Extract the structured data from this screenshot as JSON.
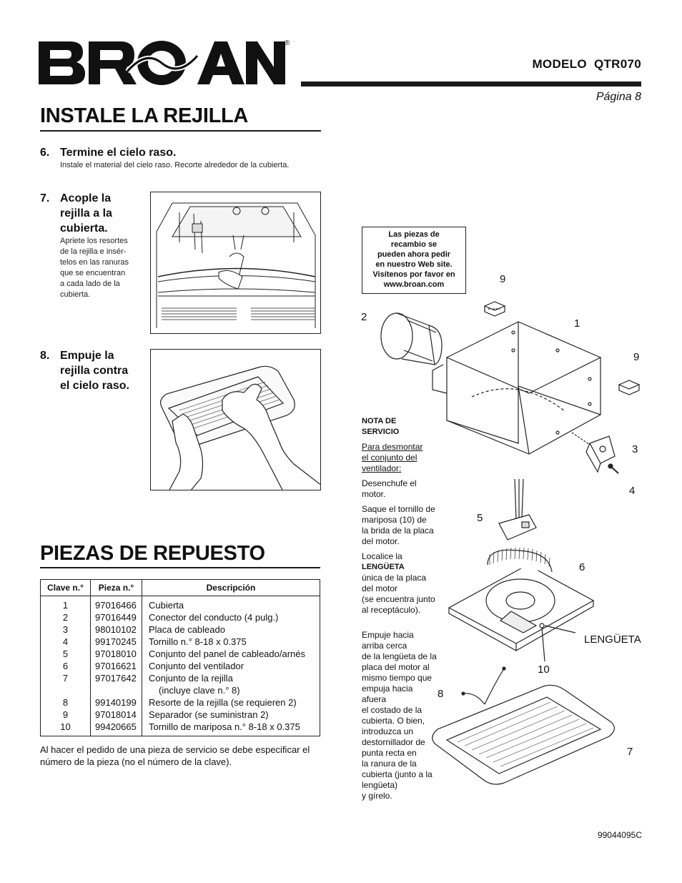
{
  "header": {
    "brand": "BROAN",
    "registered_mark": "®",
    "model_label": "MODELO",
    "model_value": "QTR070",
    "page_label": "Página 8"
  },
  "install_section": {
    "title": "INSTALE LA REJILLA",
    "steps": [
      {
        "number": "6.",
        "title": "Termine el cielo raso.",
        "description": "Instale el material del cielo raso. Recorte alrededor de la cubierta."
      },
      {
        "number": "7.",
        "title_lines": [
          "Acople la",
          "rejilla a la",
          "cubierta."
        ],
        "description_lines": [
          "Apriete los resortes",
          "de la rejilla e insér-",
          "telos en las ranuras",
          "que se encuentran",
          "a cada lado de la",
          "cubierta."
        ]
      },
      {
        "number": "8.",
        "title_lines": [
          "Empuje la",
          "rejilla contra",
          "el cielo raso."
        ]
      }
    ]
  },
  "parts_section": {
    "title": "PIEZAS DE REPUESTO",
    "table": {
      "headers": [
        "Clave n.°",
        "Pieza n.°",
        "Descripción"
      ],
      "keys": [
        "1",
        "2",
        "3",
        "4",
        "5",
        "6",
        "7",
        "",
        "8",
        "9",
        "10"
      ],
      "parts": [
        "97016466",
        "97016449",
        "98010102",
        "99170245",
        "97018010",
        "97016621",
        "97017642",
        "",
        "99140199",
        "97018014",
        "99420665"
      ],
      "descriptions": [
        "Cubierta",
        "Conector del conducto (4 pulg.)",
        "Placa de cableado",
        "Tornillo n.° 8-18 x 0.375",
        "Conjunto del panel de cableado/arnés",
        "Conjunto del ventilador",
        "Conjunto de la rejilla",
        "(incluye clave n.° 8)",
        "Resorte de la rejilla (se requieren 2)",
        "Separador (se suministran 2)",
        "Tornillo de mariposa n.° 8-18 x 0.375"
      ]
    },
    "order_note": "Al hacer el pedido de una pieza de servicio se debe especificar el número de la pieza (no el número de la clave)."
  },
  "web_box": {
    "lines": [
      "Las piezas de",
      "recambio se",
      "pueden ahora pedir",
      "en nuestro Web site.",
      "Visítenos por favor en",
      "www.broan.com"
    ]
  },
  "service_note": {
    "title_lines": [
      "NOTA DE",
      "SERVICIO"
    ],
    "intro_lines": [
      "Para desmontar",
      "el conjunto del",
      "ventilador:"
    ],
    "p1_lines": [
      "Desenchufe el",
      "motor."
    ],
    "p2_lines": [
      "Saque el tornillo de",
      "mariposa (10) de",
      "la brida de la placa",
      "del motor."
    ],
    "p3_pre": "Localice la",
    "p3_bold": "LENGÜETA",
    "p3_lines": [
      "única de la placa",
      "del motor",
      "(se encuentra junto",
      "al receptáculo)."
    ],
    "p4_lines": [
      "Empuje hacia",
      "arriba cerca",
      "de la lengüeta de la",
      "placa del motor al",
      "mismo tiempo que",
      "empuja hacia",
      "afuera",
      "el costado de la",
      "cubierta. O bien,",
      "introduzca un",
      "destornillador de",
      "punta recta en",
      "la ranura de la",
      "cubierta (junto a la",
      "lengüeta)",
      "y gírelo."
    ]
  },
  "diagram_labels": {
    "n1": "1",
    "n2": "2",
    "n3": "3",
    "n4": "4",
    "n5": "5",
    "n6": "6",
    "n7": "7",
    "n8": "8",
    "n9a": "9",
    "n9b": "9",
    "n10": "10",
    "tab": "LENGÜETA"
  },
  "footer": {
    "doc_code": "99044095C"
  }
}
